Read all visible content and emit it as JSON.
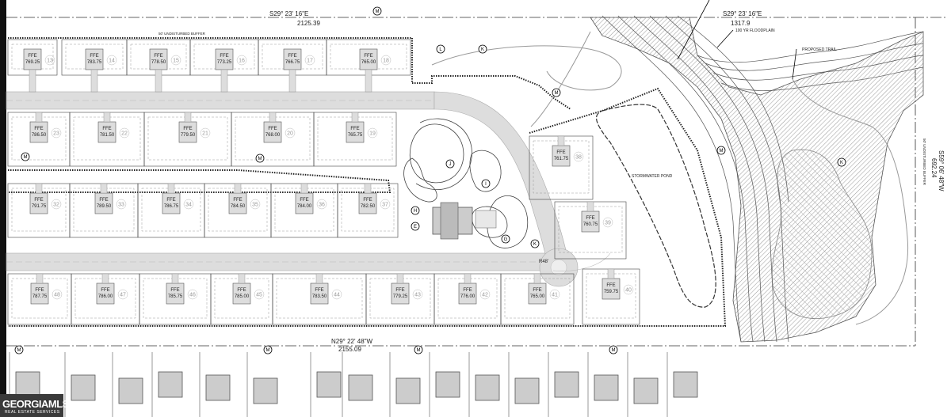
{
  "bearings": {
    "top_left": "S29° 23' 16\"E",
    "top_left_dist": "2125.39",
    "top_right": "S29° 23' 16\"E",
    "top_right_dist": "1317.9",
    "right": "S59° 06' 48\"W",
    "right_dist": "692.24",
    "bottom": "N29° 22' 48\"W",
    "bottom_dist": "2155.09"
  },
  "labels": {
    "floodplain": "100 YR FLOODPLAIN",
    "trail": "PROPOSED TRAIL",
    "pond": "STORMWATER POND",
    "buffer_right": "50' UNDISTURBED BUFFER",
    "buffer_top": "50' UNDISTURBED BUFFER",
    "radius": "R48'"
  },
  "ffe_label": "FFE",
  "lots": [
    {
      "num": "13",
      "ffe": "769.25"
    },
    {
      "num": "14",
      "ffe": "783.75"
    },
    {
      "num": "15",
      "ffe": "778.50"
    },
    {
      "num": "16",
      "ffe": "773.25"
    },
    {
      "num": "17",
      "ffe": "766.75"
    },
    {
      "num": "18",
      "ffe": "765.00"
    },
    {
      "num": "23",
      "ffe": "786.50"
    },
    {
      "num": "22",
      "ffe": "781.50"
    },
    {
      "num": "21",
      "ffe": "779.50"
    },
    {
      "num": "20",
      "ffe": "768.00"
    },
    {
      "num": "19",
      "ffe": "765.75"
    },
    {
      "num": "32",
      "ffe": "791.75"
    },
    {
      "num": "33",
      "ffe": "789.50"
    },
    {
      "num": "34",
      "ffe": "786.75"
    },
    {
      "num": "35",
      "ffe": "784.50"
    },
    {
      "num": "36",
      "ffe": "784.00"
    },
    {
      "num": "37",
      "ffe": "782.50"
    },
    {
      "num": "48",
      "ffe": "787.75"
    },
    {
      "num": "47",
      "ffe": "786.00"
    },
    {
      "num": "46",
      "ffe": "785.75"
    },
    {
      "num": "45",
      "ffe": "785.00"
    },
    {
      "num": "44",
      "ffe": "783.50"
    },
    {
      "num": "43",
      "ffe": "779.25"
    },
    {
      "num": "42",
      "ffe": "776.00"
    },
    {
      "num": "41",
      "ffe": "765.00"
    },
    {
      "num": "38",
      "ffe": "761.75"
    },
    {
      "num": "39",
      "ffe": "760.75"
    },
    {
      "num": "40",
      "ffe": "759.75"
    }
  ],
  "callouts": [
    "M",
    "M",
    "M",
    "M",
    "M",
    "M",
    "M",
    "M",
    "M",
    "L",
    "K",
    "K",
    "J",
    "I",
    "H",
    "E",
    "G",
    "K"
  ],
  "watermark": {
    "name": "GEORGIAMLS",
    "sub": "REAL ESTATE SERVICES"
  }
}
